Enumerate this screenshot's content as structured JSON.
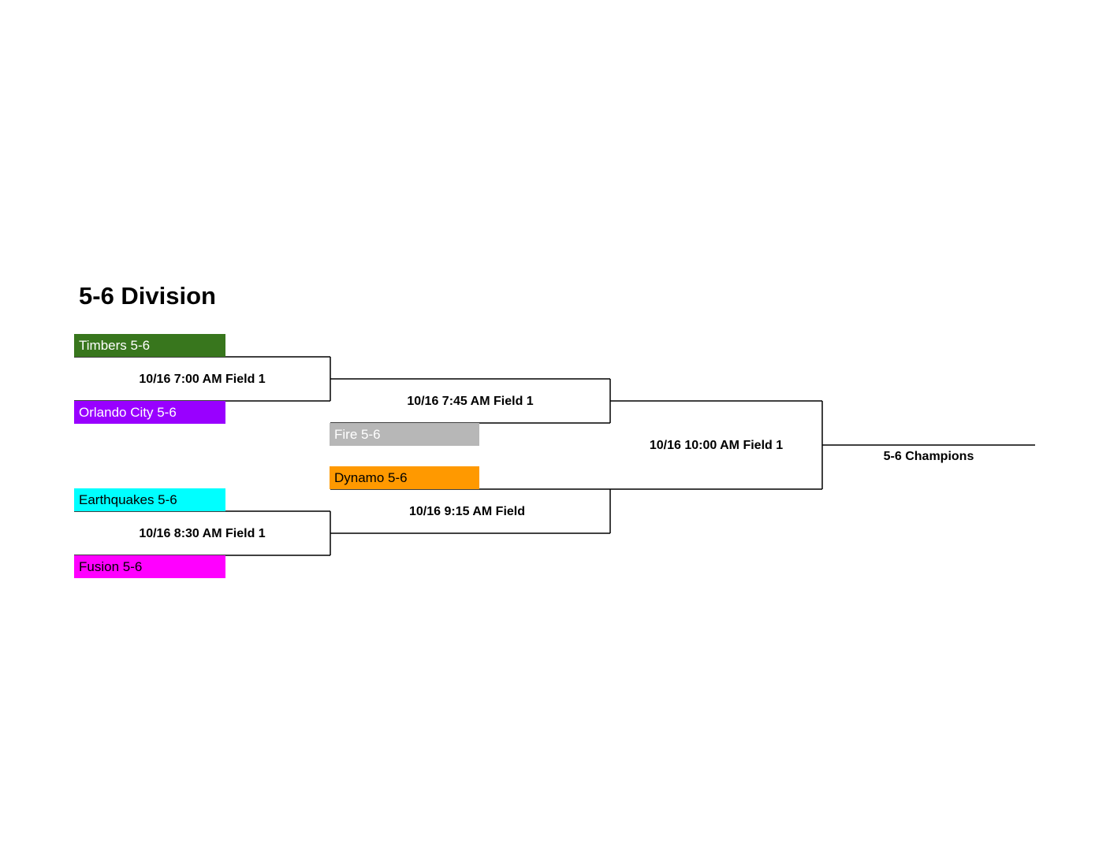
{
  "division_title": "5-6 Division",
  "teams": {
    "timbers": {
      "label": "Timbers 5-6",
      "color": "#38761d"
    },
    "orlando_city": {
      "label": "Orlando City 5-6",
      "color": "#9900ff"
    },
    "fire": {
      "label": "Fire 5-6",
      "color": "#b7b7b7"
    },
    "dynamo": {
      "label": "Dynamo 5-6",
      "color": "#ff9900"
    },
    "earthquakes": {
      "label": "Earthquakes 5-6",
      "color": "#00ffff"
    },
    "fusion": {
      "label": "Fusion 5-6",
      "color": "#ff00ff"
    }
  },
  "games": {
    "round1_top": "10/16 7:00 AM Field 1",
    "round1_bottom": "10/16 8:30 AM Field 1",
    "semi_top": "10/16 7:45 AM Field 1",
    "semi_bottom": "10/16 9:15 AM Field",
    "final": "10/16 10:00 AM Field 1"
  },
  "champion_label": "5-6 Champions"
}
